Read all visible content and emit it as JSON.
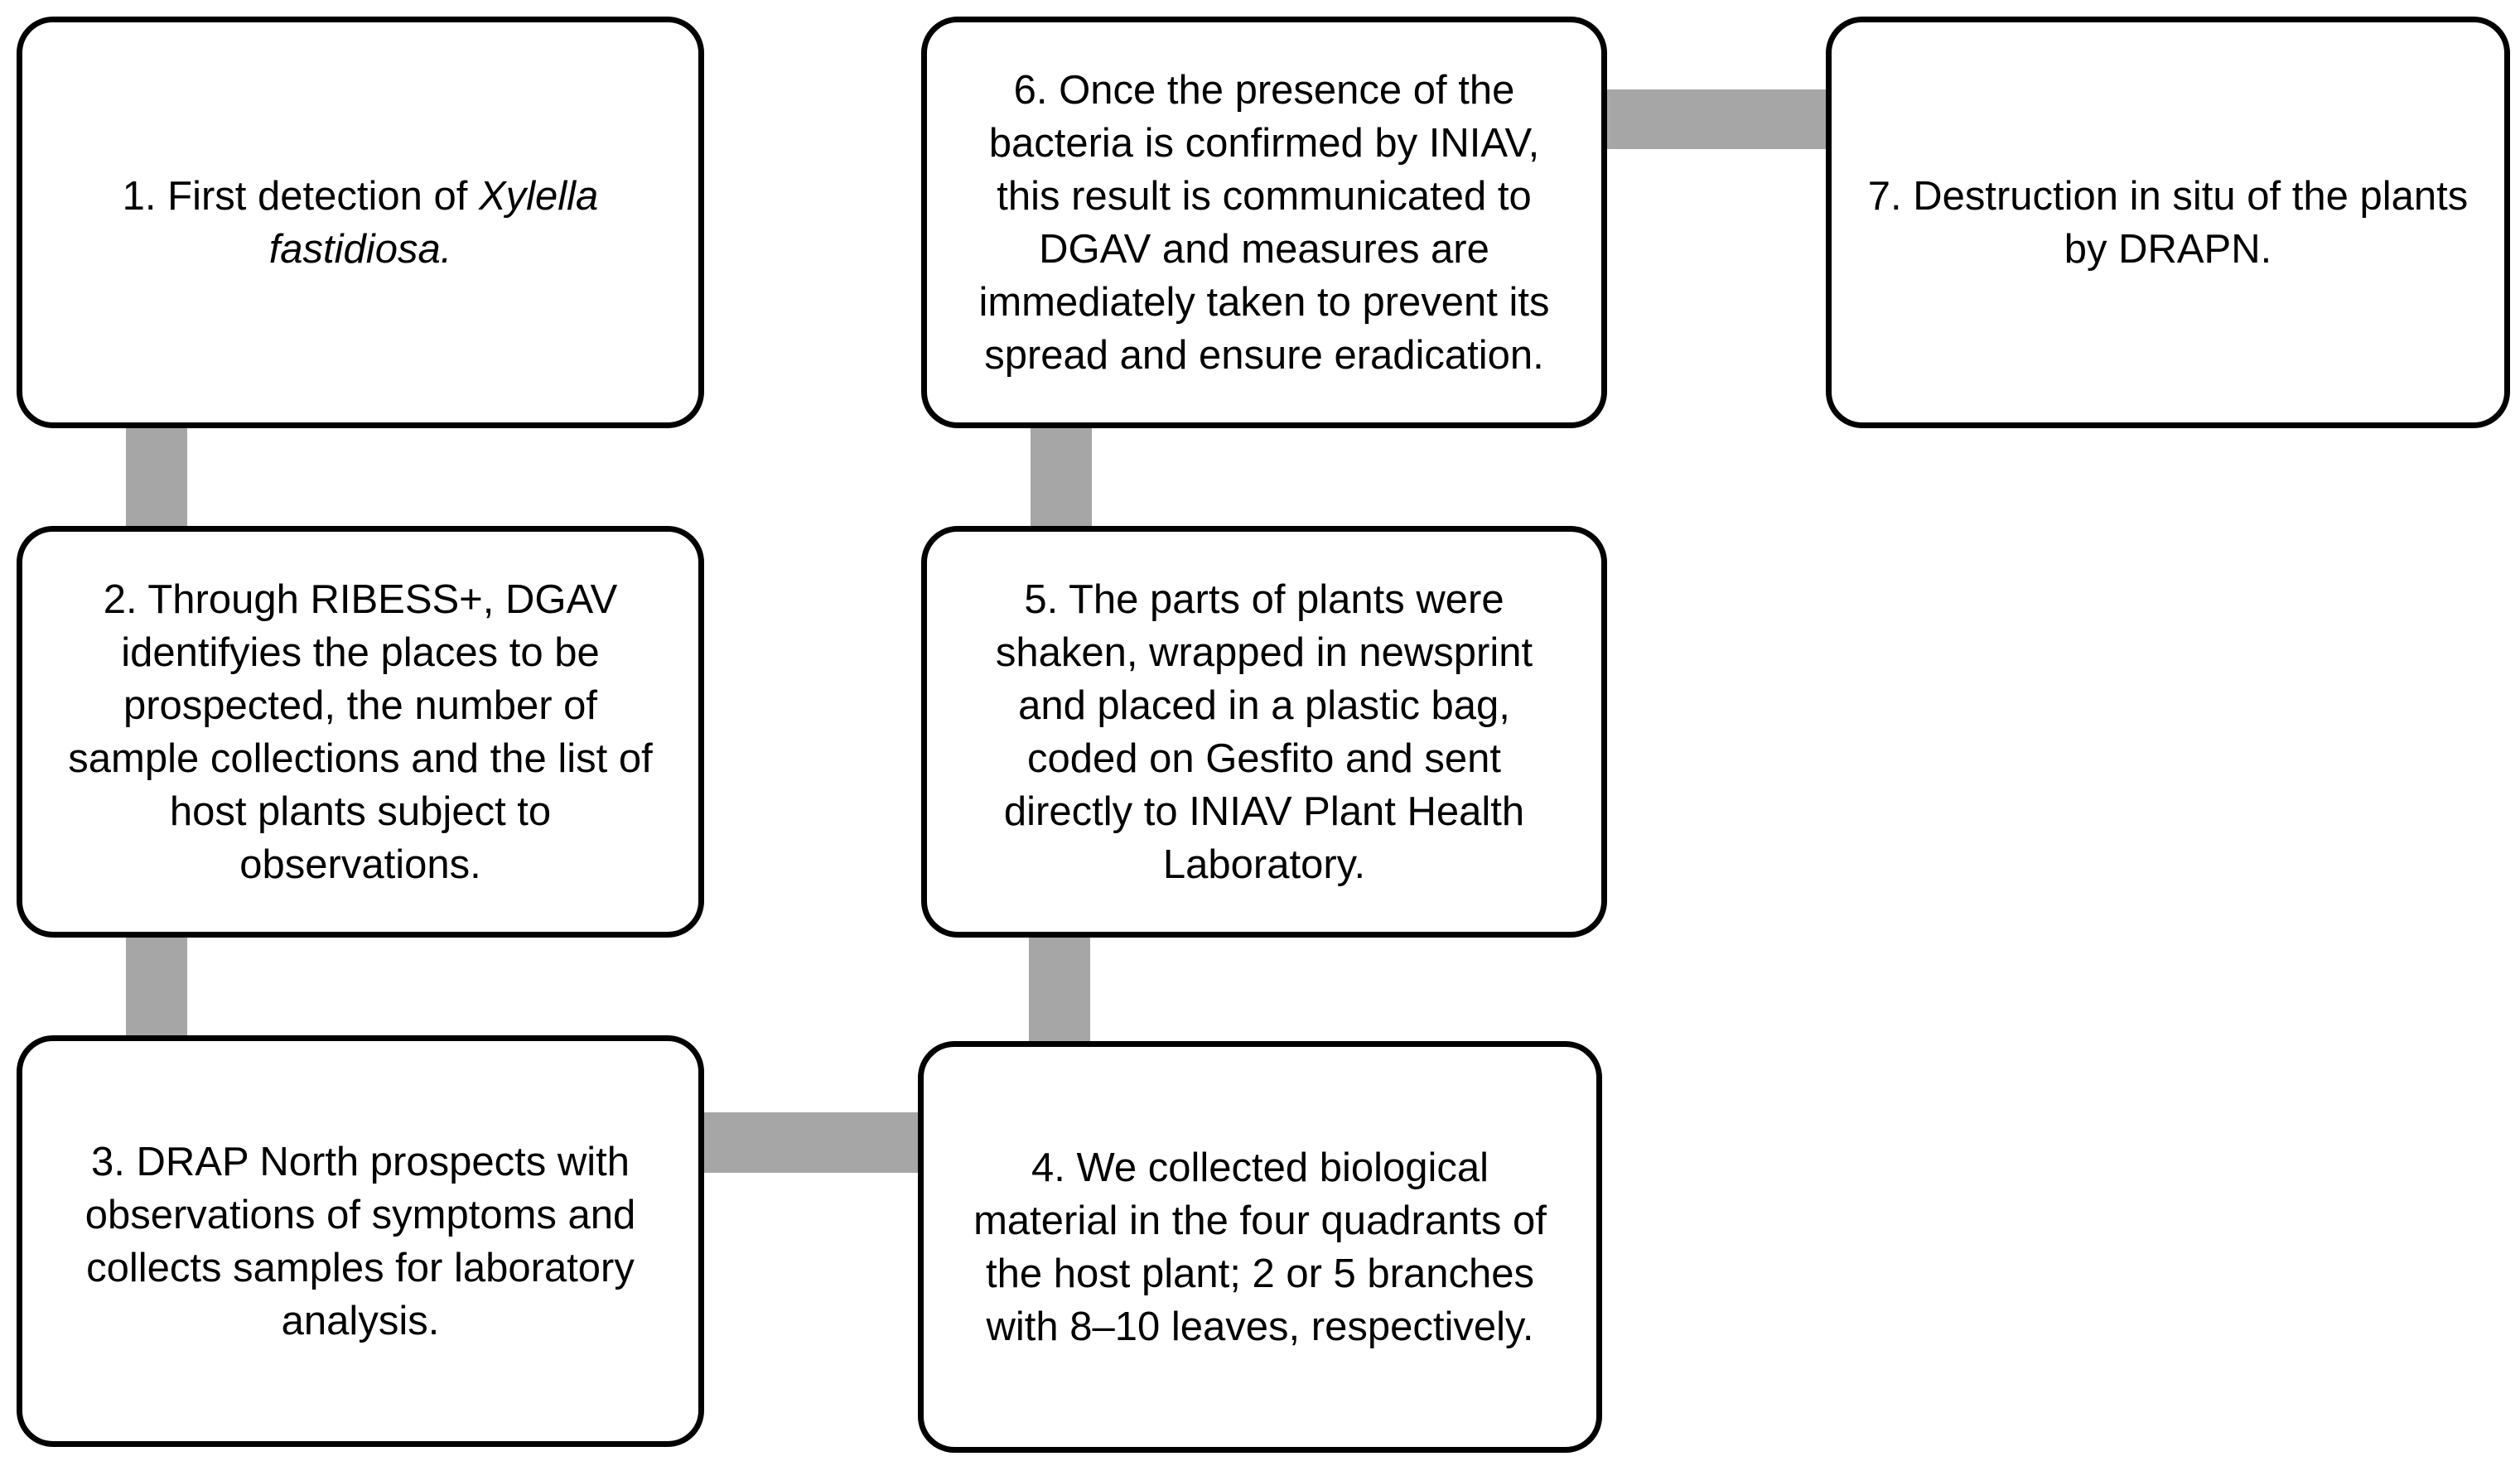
{
  "steps": [
    {
      "id": 1,
      "text_before": "1. First detection of ",
      "text_italic": "Xylella fastidiosa.",
      "text_after": ""
    },
    {
      "id": 2,
      "text": "2. Through RIBESS+, DGAV identifyies the places to be prospected, the number of sample collections  and the list of host plants subject to observations."
    },
    {
      "id": 3,
      "text": "3. DRAP North prospects with observations of symptoms and collects samples for laboratory analysis."
    },
    {
      "id": 4,
      "text": "4. We collected biological material in the four quadrants of the host plant; 2 or 5 branches with 8–10 leaves, respectively."
    },
    {
      "id": 5,
      "text": "5. The parts of plants were shaken, wrapped in newsprint and placed in a plastic bag, coded on Gesfito and sent directly to INIAV Plant Health Laboratory."
    },
    {
      "id": 6,
      "text": "6. Once the presence of the bacteria is confirmed by INIAV, this result is communicated to DGAV and measures are immediately taken to prevent its spread and ensure eradication."
    },
    {
      "id": 7,
      "text": "7. Destruction in situ of the plants by DRAPN."
    }
  ],
  "connections": [
    {
      "from": 1,
      "to": 2
    },
    {
      "from": 2,
      "to": 3
    },
    {
      "from": 3,
      "to": 4
    },
    {
      "from": 4,
      "to": 5
    },
    {
      "from": 5,
      "to": 6
    },
    {
      "from": 6,
      "to": 7
    }
  ],
  "colors": {
    "connector": "#a6a6a6",
    "box_border": "#000000",
    "box_fill": "#ffffff"
  }
}
